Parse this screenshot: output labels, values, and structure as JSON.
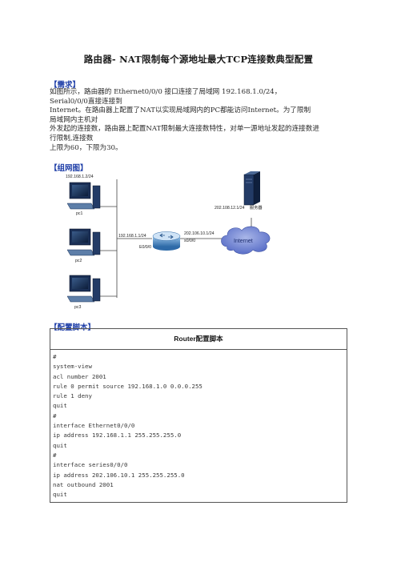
{
  "title": "路由器- NAT限制每个源地址最大TCP连接数典型配置",
  "requirements": {
    "heading": "【需求】",
    "lines": [
      "如图所示，路由器的 Ethernet0/0/0 接口连接了局域网 192.168.1.0/24，",
      "Serial0/0/0直接连接到",
      "Internet。在路由器上配置了NAT以实现局域网内的PC都能访问Internet。为了限制",
      "局域网内主机对",
      "外发起的连接数，路由器上配置NAT限制最大连接数特性，对单一源地址发起的连接数进",
      "行限制,连接数",
      "上限为60，下限为30。"
    ]
  },
  "topology": {
    "heading": "【组网图】",
    "lan_subnet": "192.168.1.2/24",
    "pcs": [
      "pc1",
      "pc2",
      "pc3"
    ],
    "router_lan_ip": "192.168.1.1/24",
    "router_lan_if": "E0/0/0",
    "router_wan_ip": "202.106.10.1/24",
    "router_wan_if": "s0/0/0",
    "cloud": "Internet",
    "server_ip": "202.108.12.1/24",
    "server_name": "服务器"
  },
  "config": {
    "heading": "【配置脚本】",
    "table_title": "Router配置脚本",
    "lines": [
      "#",
      "system-view",
      "acl number 2001",
      "rule 0 permit source 192.168.1.0 0.0.0.255",
      "rule 1 deny",
      "quit",
      "#",
      "interface Ethernet0/0/0",
      "ip address 192.168.1.1 255.255.255.0",
      "quit",
      "#",
      "interface series0/0/0",
      "ip address 202.106.10.1 255.255.255.0",
      "nat outbound 2001",
      "quit"
    ]
  }
}
